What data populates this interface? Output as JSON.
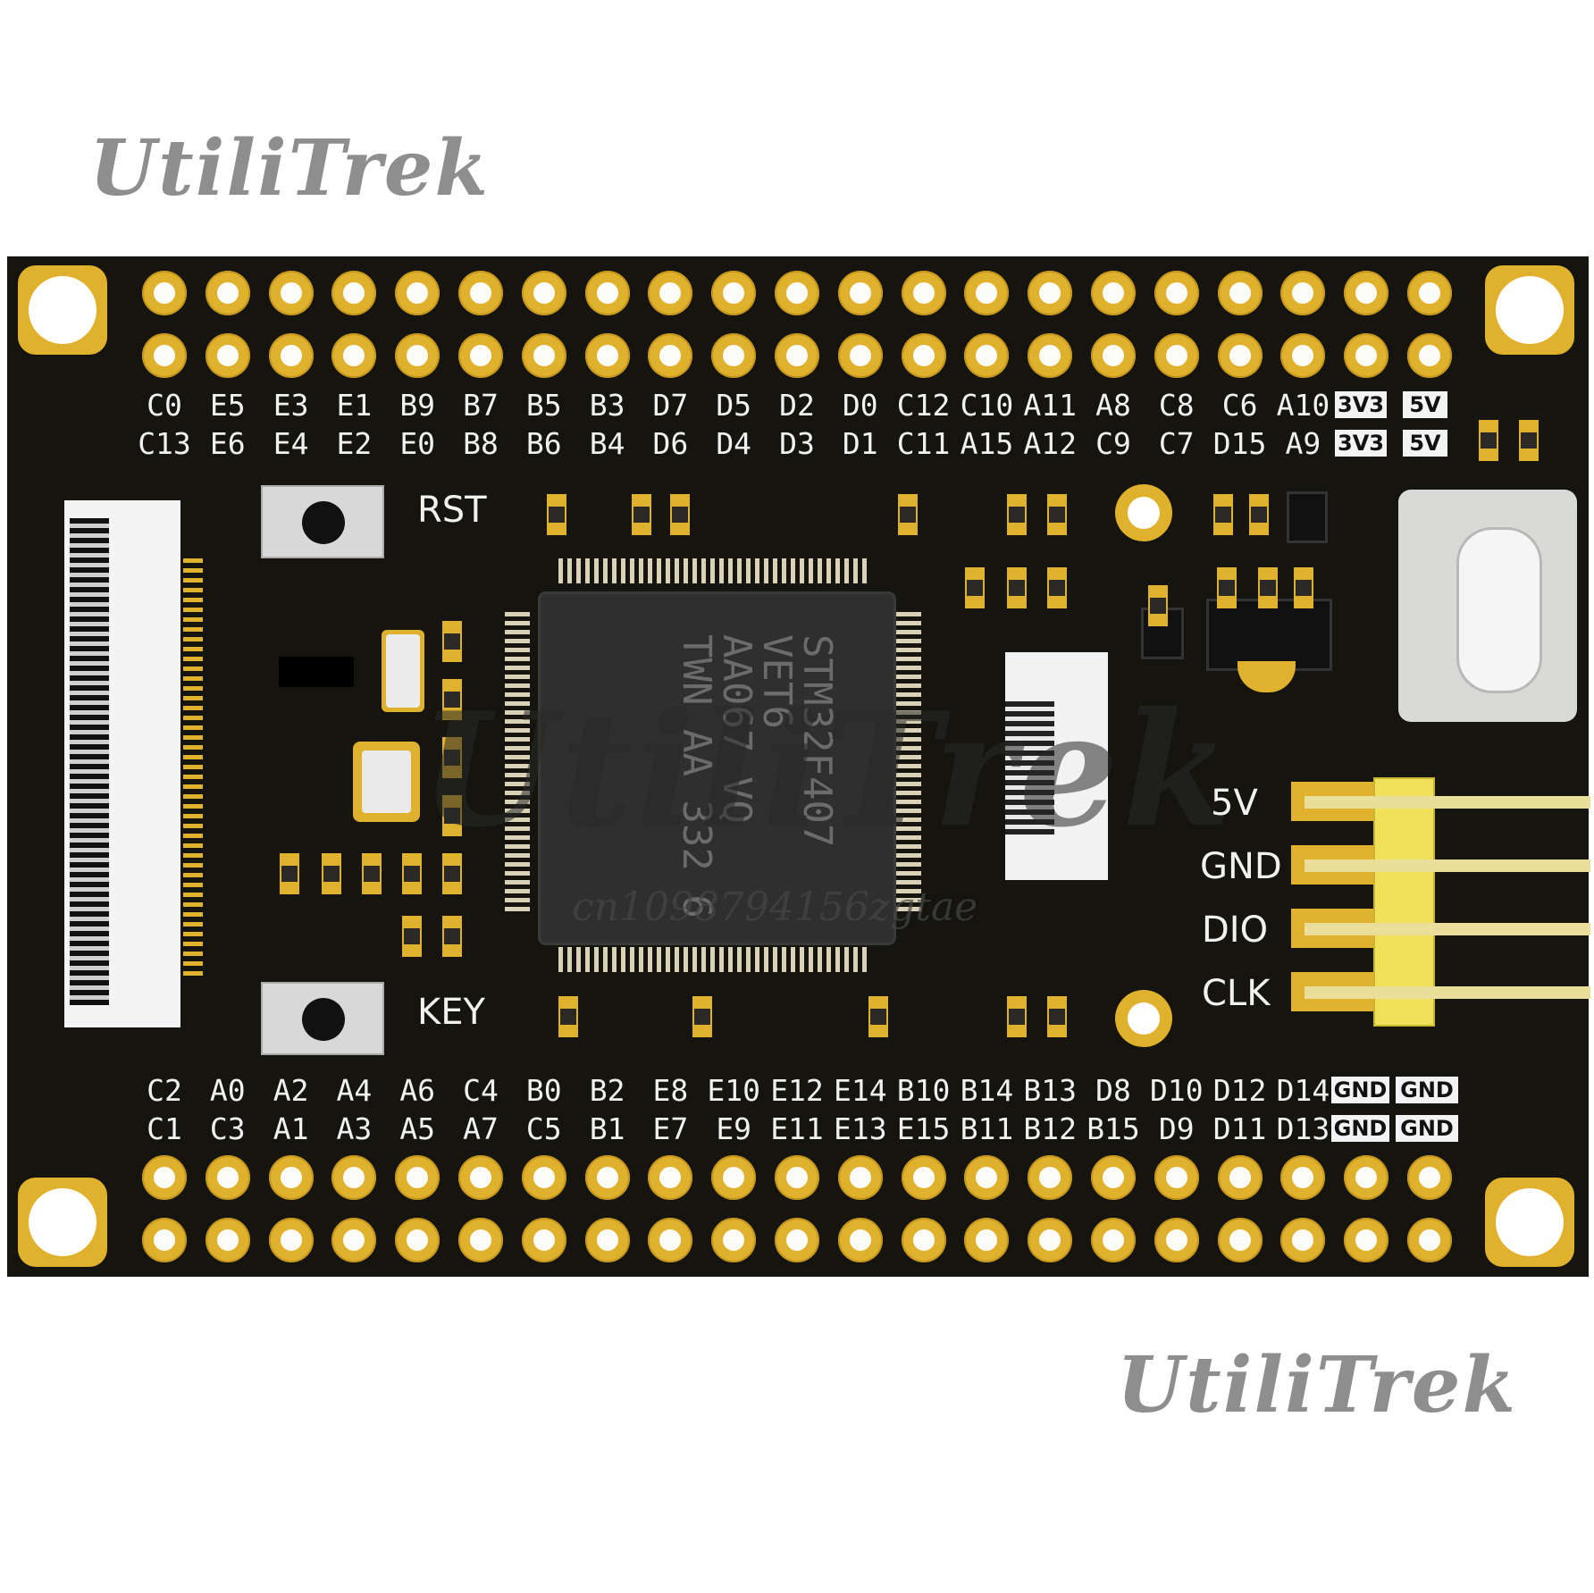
{
  "watermark": {
    "top": "UtiliTrek",
    "bottom": "UtiliTrek",
    "center": "UtiliTrek",
    "code": "cn1098794156zgtae"
  },
  "top_labels_row1": [
    "C0",
    "E5",
    "E3",
    "E1",
    "B9",
    "B7",
    "B5",
    "B3",
    "D7",
    "D5",
    "D2",
    "D0",
    "C12",
    "C10",
    "A11",
    "A8",
    "C8",
    "C6",
    "A10"
  ],
  "top_labels_row2": [
    "C13",
    "E6",
    "E4",
    "E2",
    "E0",
    "B8",
    "B6",
    "B4",
    "D6",
    "D4",
    "D3",
    "D1",
    "C11",
    "A15",
    "A12",
    "C9",
    "C7",
    "D15",
    "A9"
  ],
  "top_tags_row1": [
    "3V3",
    "5V"
  ],
  "top_tags_row2": [
    "3V3",
    "5V"
  ],
  "bottom_labels_row1": [
    "C2",
    "A0",
    "A2",
    "A4",
    "A6",
    "C4",
    "B0",
    "B2",
    "E8",
    "E10",
    "E12",
    "E14",
    "B10",
    "B14",
    "B13",
    "D8",
    "D10",
    "D12",
    "D14"
  ],
  "bottom_labels_row2": [
    "C1",
    "C3",
    "A1",
    "A3",
    "A5",
    "A7",
    "C5",
    "B1",
    "E7",
    "E9",
    "E11",
    "E13",
    "E15",
    "B11",
    "B12",
    "B15",
    "D9",
    "D11",
    "D13"
  ],
  "bottom_tags_row1": [
    "GND",
    "GND"
  ],
  "bottom_tags_row2": [
    "GND",
    "GND"
  ],
  "buttons": {
    "reset": "RST",
    "key": "KEY"
  },
  "header_labels": [
    "5V",
    "GND",
    "DIO",
    "CLK"
  ],
  "chip_marking": [
    "STM32F407",
    "VET6",
    "AA067 VQ",
    "TWN AA 332 6"
  ],
  "colors": {
    "board": "#16140f",
    "gold": "#e0b12c",
    "silkscreen": "#f1f1ee",
    "header": "#f1e05a"
  }
}
